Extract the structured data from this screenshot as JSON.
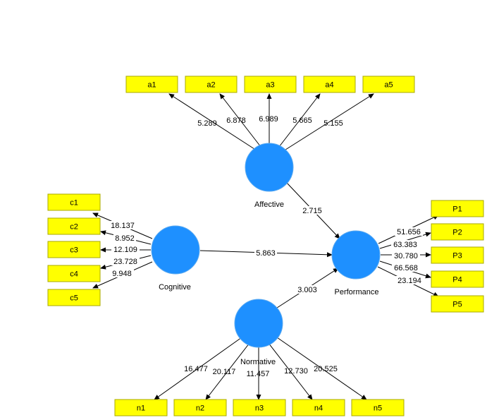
{
  "colors": {
    "construct": "#1e90ff",
    "indicator": "#ffff00",
    "line": "#000000"
  },
  "constructs": {
    "affective": "Affective",
    "cognitive": "Cognitive",
    "normative": "Normative",
    "performance": "Performance"
  },
  "indicators": {
    "a1": "a1",
    "a2": "a2",
    "a3": "a3",
    "a4": "a4",
    "a5": "a5",
    "c1": "c1",
    "c2": "c2",
    "c3": "c3",
    "c4": "c4",
    "c5": "c5",
    "n1": "n1",
    "n2": "n2",
    "n3": "n3",
    "n4": "n4",
    "n5": "n5",
    "p1": "P1",
    "p2": "P2",
    "p3": "P3",
    "p4": "P4",
    "p5": "P5"
  },
  "paths": {
    "affective_performance": "2.715",
    "cognitive_performance": "5.863",
    "normative_performance": "3.003"
  },
  "loadings": {
    "a1": "5.289",
    "a2": "6.878",
    "a3": "6.989",
    "a4": "5.665",
    "a5": "5.155",
    "c1": "18.137",
    "c2": "8.952",
    "c3": "12.109",
    "c4": "23.728",
    "c5": "9.948",
    "n1": "16.477",
    "n2": "20.117",
    "n3": "11.457",
    "n4": "12.730",
    "n5": "20.525",
    "p1": "51.656",
    "p2": "63.383",
    "p3": "30.780",
    "p4": "66.568",
    "p5": "23.194"
  }
}
